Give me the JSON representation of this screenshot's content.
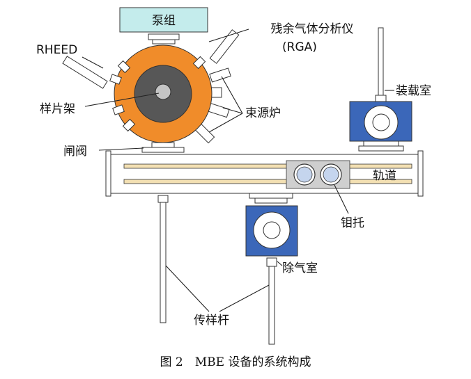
{
  "labels": {
    "pump": "泵组",
    "rga_line1": "残余气体分析仪",
    "rga_line2": "(RGA)",
    "rheed": "RHEED",
    "sample_holder": "样片架",
    "source": "束源炉",
    "gate_valve": "闸阀",
    "load_chamber": "装载室",
    "track": "轨道",
    "molybdenum_tray": "钼托",
    "degas_chamber": "除气室",
    "transfer_rod": "传样杆"
  },
  "caption": "图 2　MBE 设备的系统构成",
  "colors": {
    "pump_box": "#c4ecec",
    "chamber_orange": "#f08c2a",
    "chamber_inner": "#575757",
    "sample_disk": "#c4c4c4",
    "side_chamber": "#3b67b9",
    "track_fill": "#f3e0b3",
    "tray_box": "#cfcfcf",
    "tray_disk": "#c5d5ee"
  }
}
